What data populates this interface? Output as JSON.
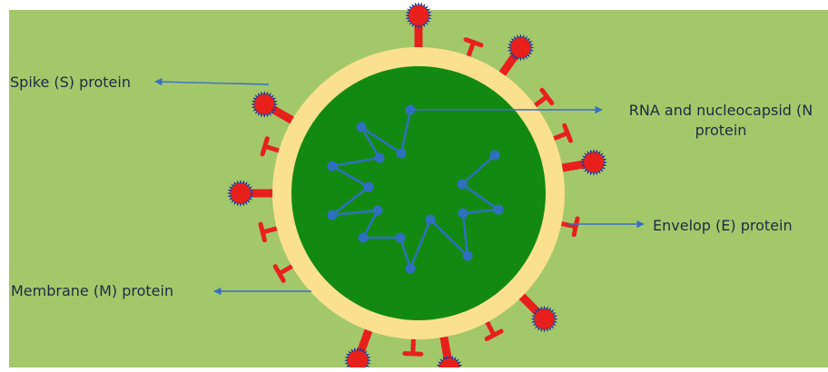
{
  "labels": {
    "spike": "Spike (S) protein",
    "rna": "RNA and nucleocapsid (N protein",
    "envelope": "Envelop (E) protein",
    "membrane": "Membrane (M) protein"
  },
  "colors": {
    "background": "#a3c86a",
    "envelope_ring": "#fbe08f",
    "core": "#128a12",
    "protein": "#e8201c",
    "spike_fringe": "#2f3a8f",
    "rna_strand": "#2e6fc0",
    "arrow": "#3b6fc4",
    "text": "#1f2a44"
  }
}
